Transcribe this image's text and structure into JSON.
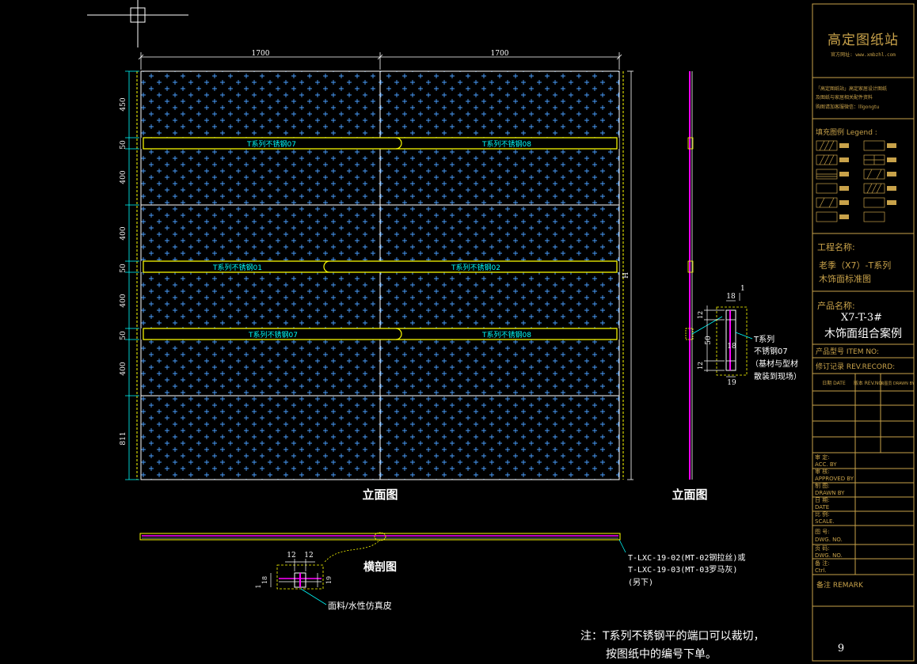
{
  "colors": {
    "background": "#000000",
    "frame": "#c8a24a",
    "panel_line": "#ffff00",
    "grid_line": "#ffffff",
    "pattern": "#4aa0ff",
    "cyan": "#00ffff",
    "magenta": "#ff00ff",
    "dim": "#c8c8c8"
  },
  "dimensions": {
    "top": [
      "1700",
      "1700"
    ],
    "left": [
      "450",
      "50",
      "400",
      "400",
      "50",
      "400",
      "50",
      "400",
      "811"
    ]
  },
  "elevation_labels": {
    "main": "立面图",
    "side": "立面图",
    "section": "横剖图"
  },
  "band_labels": {
    "band1_left": "T系列不锈钢07",
    "band1_right": "T系列不锈钢08",
    "band2_left": "T系列不锈钢01",
    "band2_right": "T系列不锈钢02",
    "band3_left": "T系列不锈钢07",
    "band3_right": "T系列不锈钢08"
  },
  "side_detail": {
    "dim_top": "1",
    "dim_18a": "18",
    "dim_12a": "12",
    "dim_50": "50",
    "dim_18b": "18",
    "dim_12b": "12",
    "dim_19": "19",
    "callout": [
      "T系列",
      "不锈钢07",
      "（基材与型材",
      "散装到现场）"
    ]
  },
  "section_detail": {
    "dim_12a": "12",
    "dim_12b": "12",
    "dim_18": "18",
    "dim_1": "1",
    "dim_19": "19",
    "callout": "面料/水性仿真皮",
    "note_lines": [
      "T-LXC-19-02(MT-02钢拉丝)或",
      "T-LXC-19-03(MT-03罗马灰)",
      "(另下)"
    ]
  },
  "bottom_note": [
    "注：T系列不锈钢平的端口可以裁切，",
    "按图纸中的编号下单。"
  ],
  "title_block": {
    "logo": "高定图纸站",
    "website": "官方网址: www.xmbzhl.com",
    "notice1": "「高定图纸站」高定家居设计图纸",
    "notice2": "及图纸与家居相关配件资料",
    "notice3": "购图请加客服微信：lllgongtu",
    "legend_title": "填充图例 Legend :",
    "project_label": "工程名称:",
    "project_name": [
      "老季（X7）-T系列",
      "木饰面标准图"
    ],
    "product_label": "产品名称:",
    "product_name": [
      "X7-T-3#",
      "木饰面组合案例"
    ],
    "product_model": "产品型号 ITEM NO:",
    "revision": "修订记录 REV.RECORD:",
    "rev_cols": [
      "日期 DATE",
      "版本 REV.NO",
      "绘图员 DRAWN BY"
    ],
    "sign_rows": [
      [
        "审    定:",
        "ACC. BY"
      ],
      [
        "审    核:",
        "APPROVED BY"
      ],
      [
        "制    图:",
        "DRAWN BY"
      ],
      [
        "日    期:",
        "DATE"
      ],
      [
        "比    例:",
        "SCALE."
      ],
      [
        "图    号:",
        "DWG. NO."
      ],
      [
        "页    码:",
        "DWG. NO."
      ],
      [
        "备    注:",
        "Ctrl."
      ]
    ],
    "remark": "备注 REMARK",
    "page_number": "9"
  }
}
